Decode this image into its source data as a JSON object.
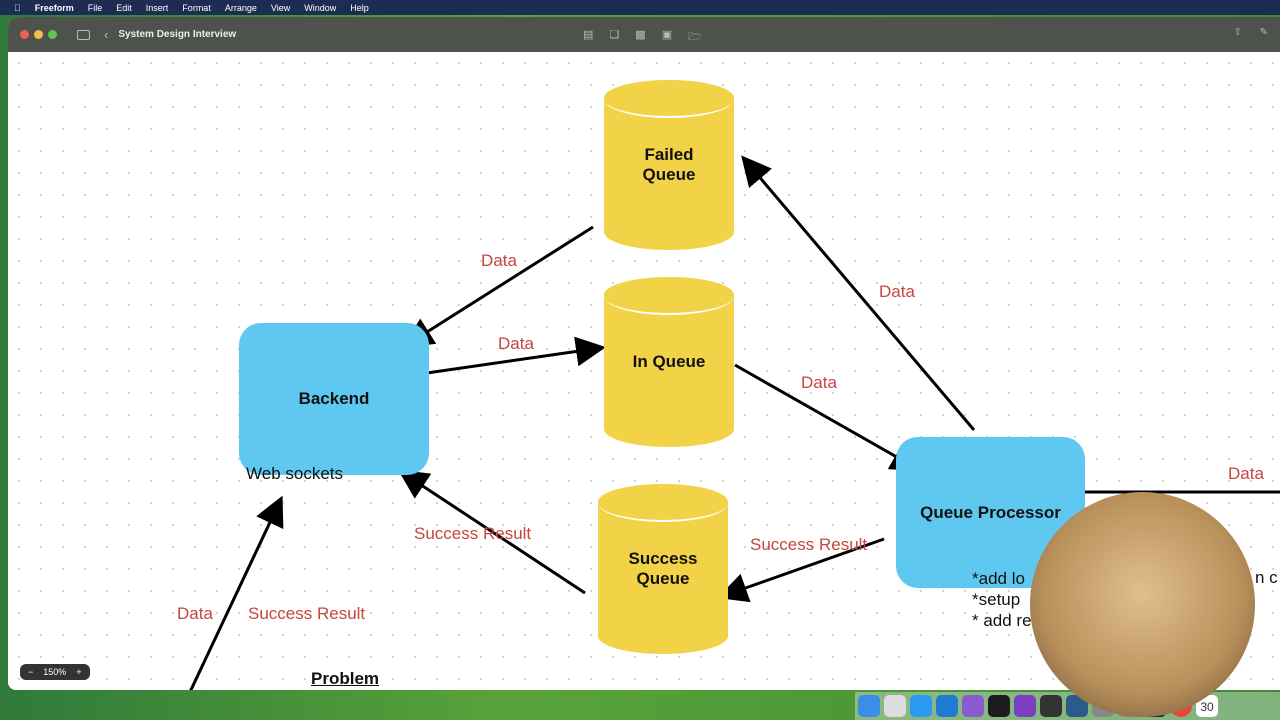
{
  "menubar": {
    "app": "Freeform",
    "items": [
      "File",
      "Edit",
      "Insert",
      "Format",
      "Arrange",
      "View",
      "Window",
      "Help"
    ]
  },
  "window": {
    "title": "System Design Interview",
    "zoom": "150%"
  },
  "diagram": {
    "failed_queue": "Failed Queue",
    "in_queue": "In Queue",
    "success_queue": "Success Queue",
    "backend": "Backend",
    "backend_note": "Web sockets",
    "queue_processor": "Queue Processor",
    "notes": [
      "*add lo",
      "*setup",
      "* add re"
    ],
    "note_right": "n c",
    "labels": {
      "data1": "Data",
      "data2": "Data",
      "data3": "Data",
      "data4": "Data",
      "data5": "Data",
      "data6": "Data",
      "success1": "Success Result",
      "success2": "Success Result",
      "success3": "Success Result"
    },
    "problem": "Problem"
  },
  "dock": {
    "date": "30"
  }
}
